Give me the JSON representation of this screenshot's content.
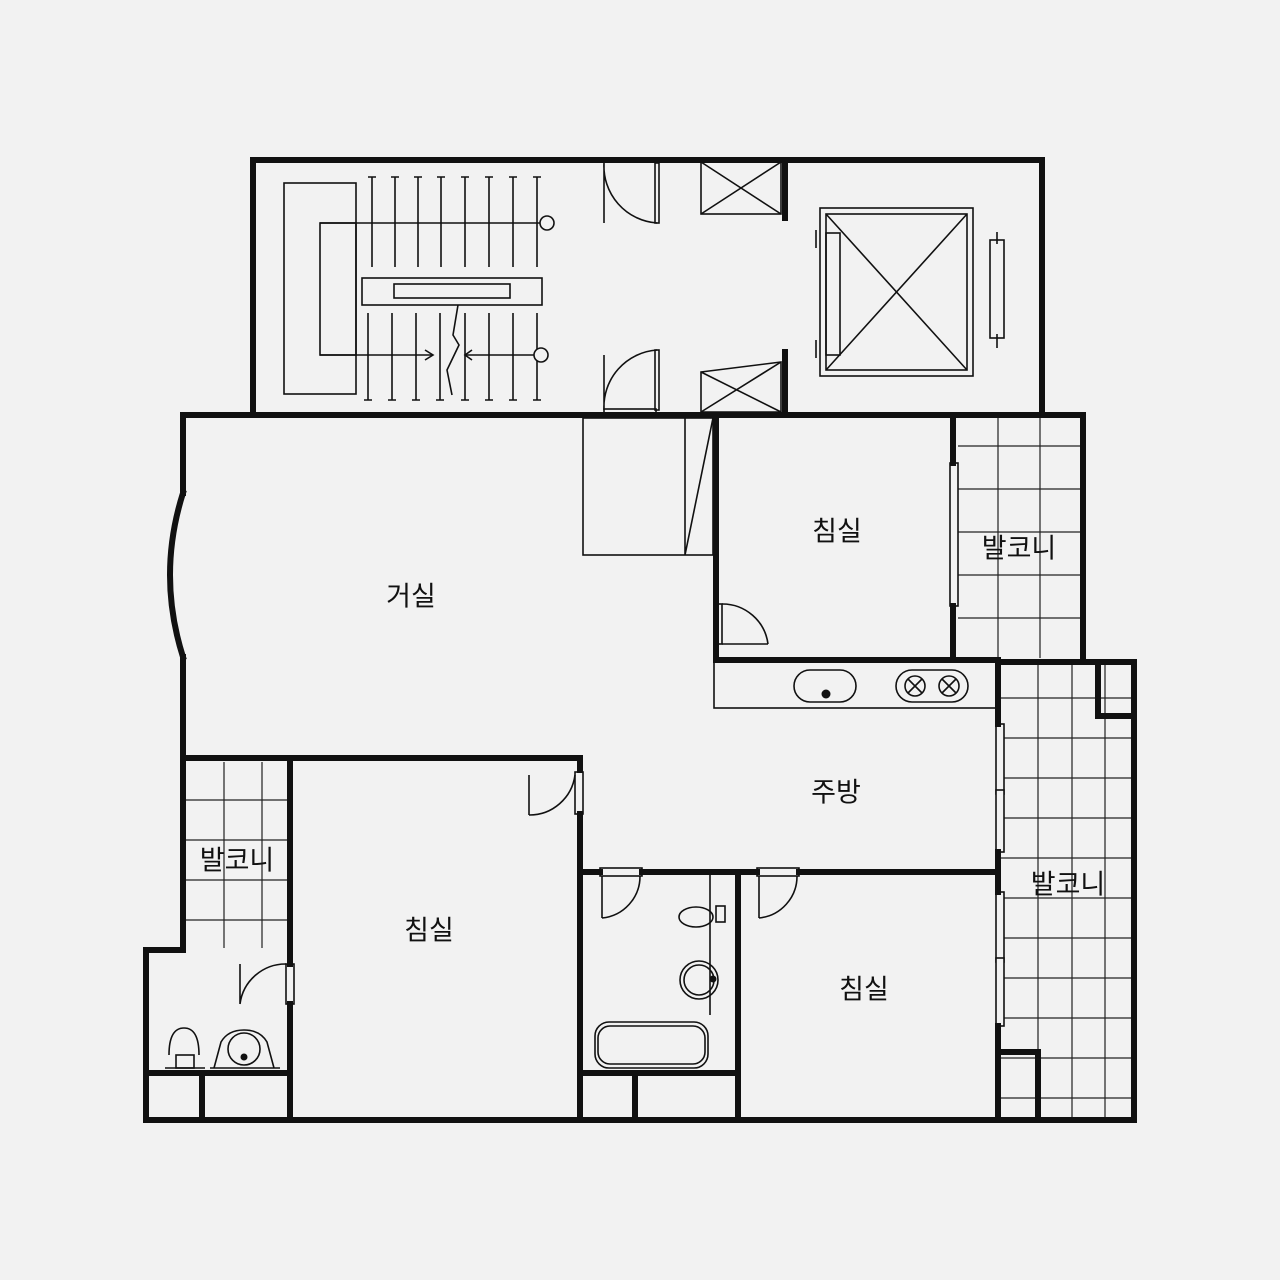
{
  "rooms": {
    "living": "거실",
    "bedroom_top": "침실",
    "bedroom_left": "침실",
    "bedroom_right": "침실",
    "kitchen": "주방",
    "balcony_top": "발코니",
    "balcony_left": "발코니",
    "balcony_right": "발코니"
  },
  "colors": {
    "background": "#f2f2f2",
    "line": "#111111"
  }
}
